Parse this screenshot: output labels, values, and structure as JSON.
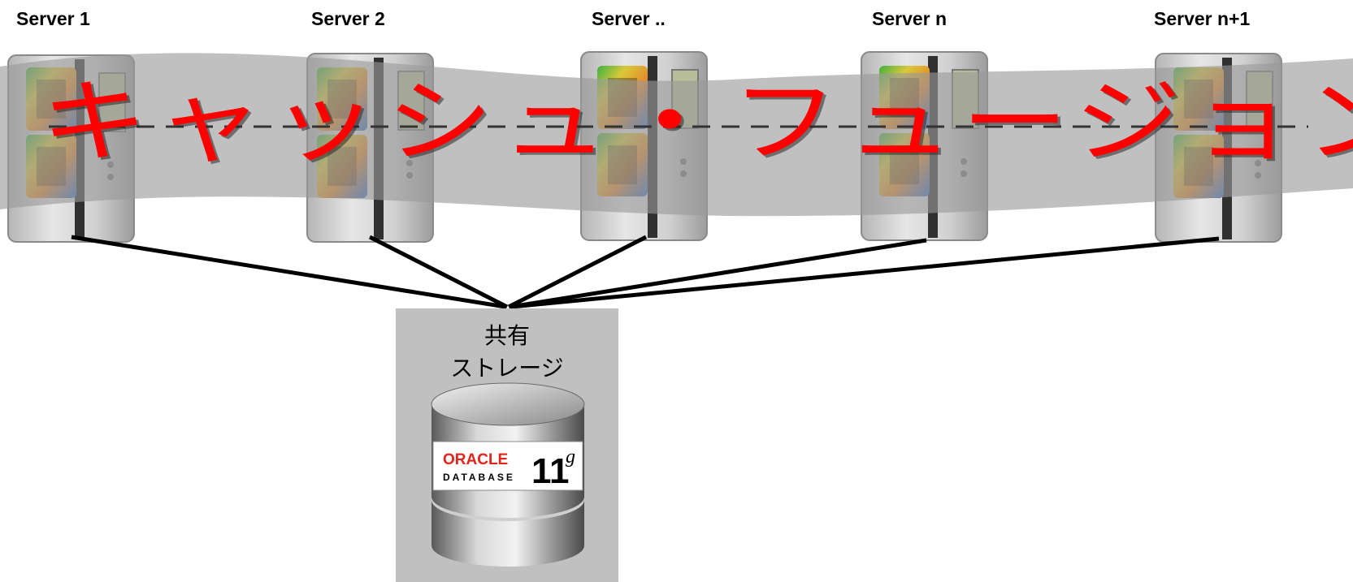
{
  "servers": [
    {
      "label": "Server 1"
    },
    {
      "label": "Server 2"
    },
    {
      "label": "Server .."
    },
    {
      "label": "Server n"
    },
    {
      "label": "Server n+1"
    }
  ],
  "banner": {
    "text": "キャッシュ・フュージョン",
    "text_color": "#ff0000",
    "band_color": "#9a9a9a"
  },
  "storage": {
    "title_line1": "共有",
    "title_line2": "ストレージ",
    "box_color": "#c0c0c0"
  },
  "database_logo": {
    "brand": "ORACLE",
    "product": "DATABASE",
    "version": "11",
    "version_suffix": "g",
    "brand_color": "#e2231a"
  }
}
